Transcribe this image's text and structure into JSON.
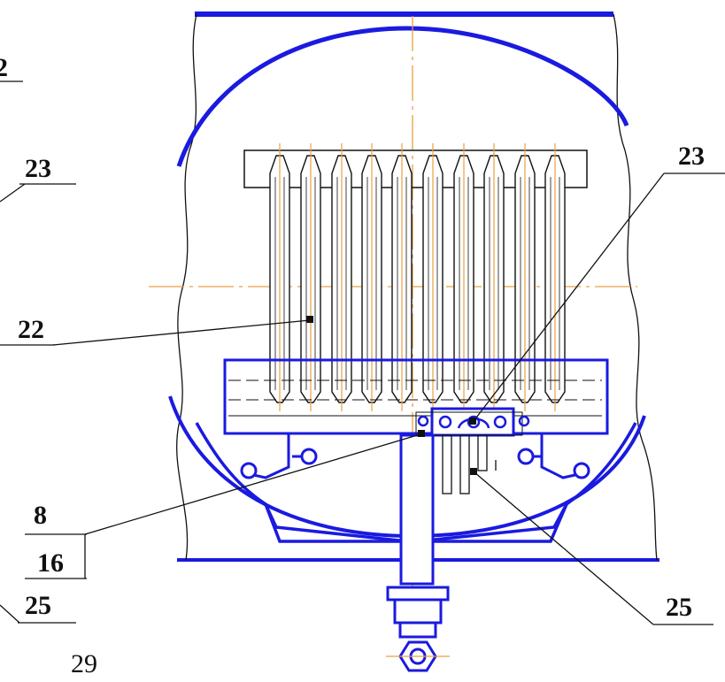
{
  "labels": {
    "left_top_partial": "2",
    "left_23": "23",
    "left_22": "22",
    "left_8": "8",
    "left_16": "16",
    "left_25": "25",
    "right_23": "23",
    "right_25": "25",
    "page_number": "29"
  },
  "colors": {
    "outline_blue": "#1a1ae0",
    "centerline_orange": "#e8a040",
    "line_black": "#111111"
  },
  "icons": [
    "hex-nut-icon"
  ]
}
